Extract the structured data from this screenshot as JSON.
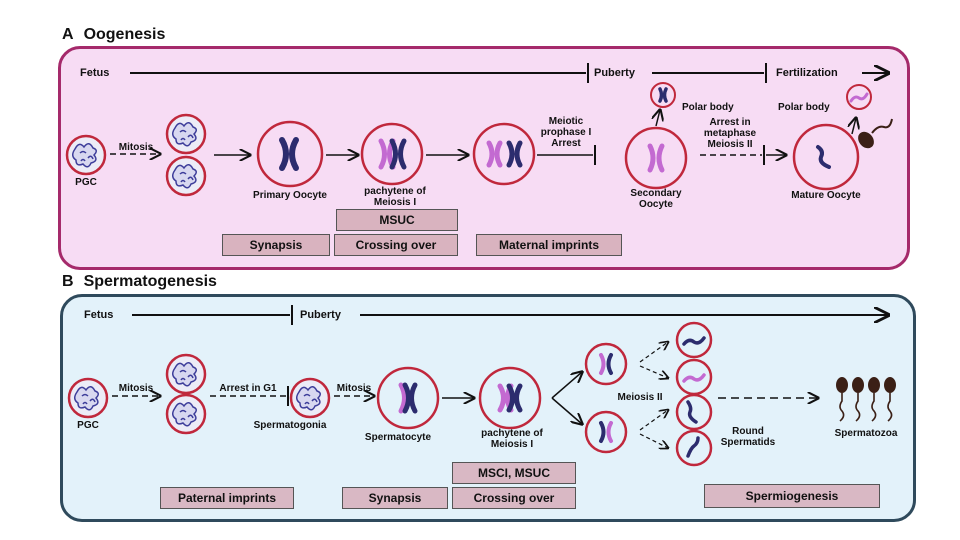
{
  "oogenesis": {
    "letter": "A",
    "title": "Oogenesis",
    "timeline": [
      "Fetus",
      "Puberty",
      "Fertilization"
    ],
    "labels": {
      "pgc": "PGC",
      "mitosis": "Mitosis",
      "primary_oocyte": "Primary Oocyte",
      "pachytene_1": "pachytene of",
      "pachytene_2": "Meiosis I",
      "meiotic_1": "Meiotic",
      "meiotic_2": "prophase I",
      "meiotic_3": "Arrest",
      "polar_body_1": "Polar body",
      "arrest_1": "Arrest in",
      "arrest_2": "metaphase",
      "arrest_3": "Meiosis II",
      "secondary_1": "Secondary",
      "secondary_2": "Oocyte",
      "polar_body_2": "Polar body",
      "mature_oocyte": "Mature Oocyte"
    },
    "boxes": {
      "msuc": "MSUC",
      "synapsis": "Synapsis",
      "crossing_over": "Crossing over",
      "maternal_imprints": "Maternal imprints"
    }
  },
  "spermatogenesis": {
    "letter": "B",
    "title": "Spermatogenesis",
    "timeline": [
      "Fetus",
      "Puberty"
    ],
    "labels": {
      "pgc": "PGC",
      "mitosis_1": "Mitosis",
      "arrest_g1": "Arrest in G1",
      "mitosis_2": "Mitosis",
      "spermatogonia": "Spermatogonia",
      "spermatocyte": "Spermatocyte",
      "pachytene_1": "pachytene of",
      "pachytene_2": "Meiosis I",
      "meiosis_2": "Meiosis II",
      "round_1": "Round",
      "round_2": "Spermatids",
      "spermatozoa": "Spermatozoa"
    },
    "boxes": {
      "msci_msuc": "MSCI, MSUC",
      "paternal_imprints": "Paternal imprints",
      "synapsis": "Synapsis",
      "crossing_over": "Crossing over",
      "spermiogenesis": "Spermiogenesis"
    }
  },
  "colors": {
    "oogenesis_bg": "#f7dcf4",
    "oogenesis_border": "#a52a6b",
    "spermatogenesis_bg": "#e3f2fa",
    "spermatogenesis_border": "#2f4a5c",
    "cell_border": "#c0283c",
    "chromosome_dark": "#2c2c6e",
    "chromosome_pink": "#c36ad1",
    "box_fill": "#d9b3bf"
  }
}
